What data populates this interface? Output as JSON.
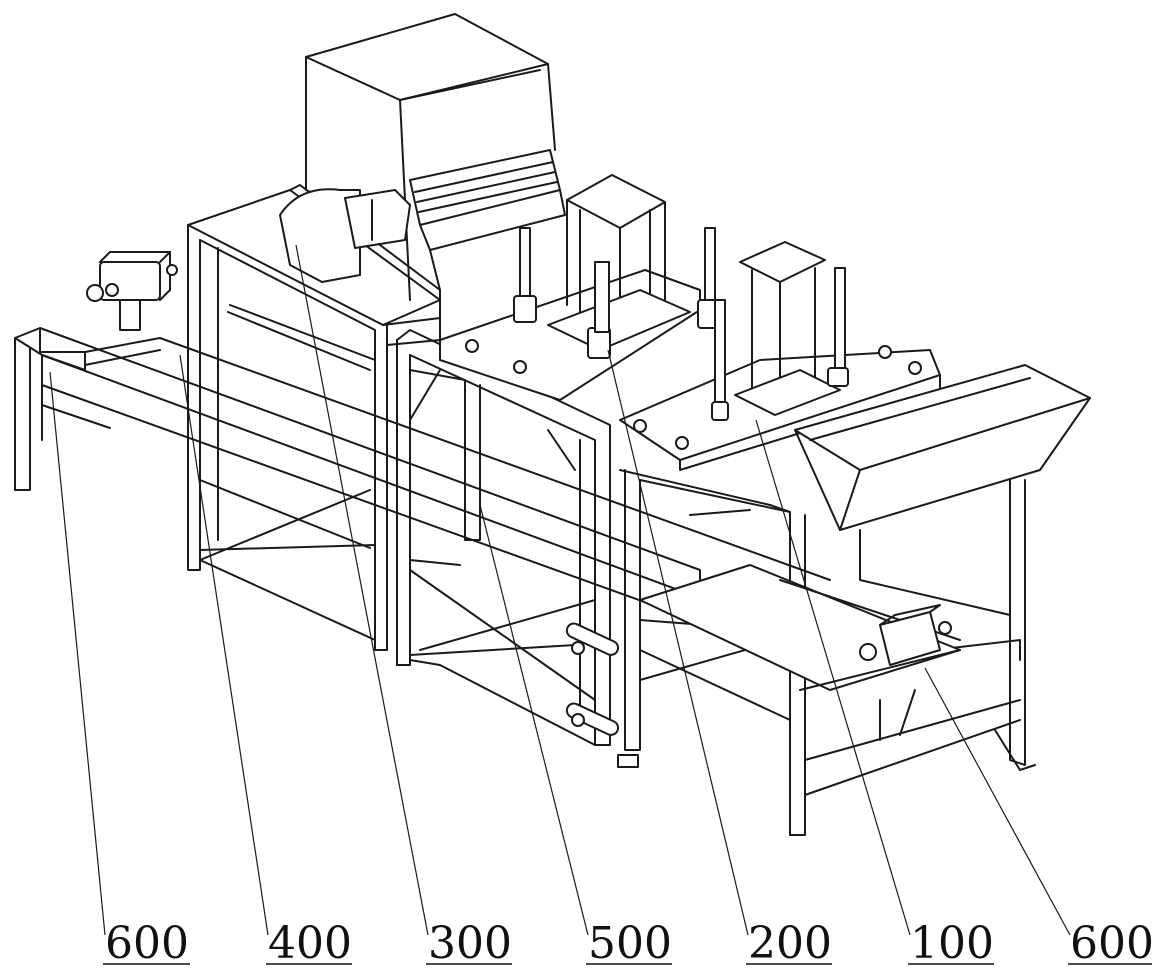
{
  "figure": {
    "labels": [
      {
        "id": "label-600-left",
        "text": "600"
      },
      {
        "id": "label-400",
        "text": "400"
      },
      {
        "id": "label-300",
        "text": "300"
      },
      {
        "id": "label-500",
        "text": "500"
      },
      {
        "id": "label-200",
        "text": "200"
      },
      {
        "id": "label-100",
        "text": "100"
      },
      {
        "id": "label-600-right",
        "text": "600"
      }
    ]
  }
}
